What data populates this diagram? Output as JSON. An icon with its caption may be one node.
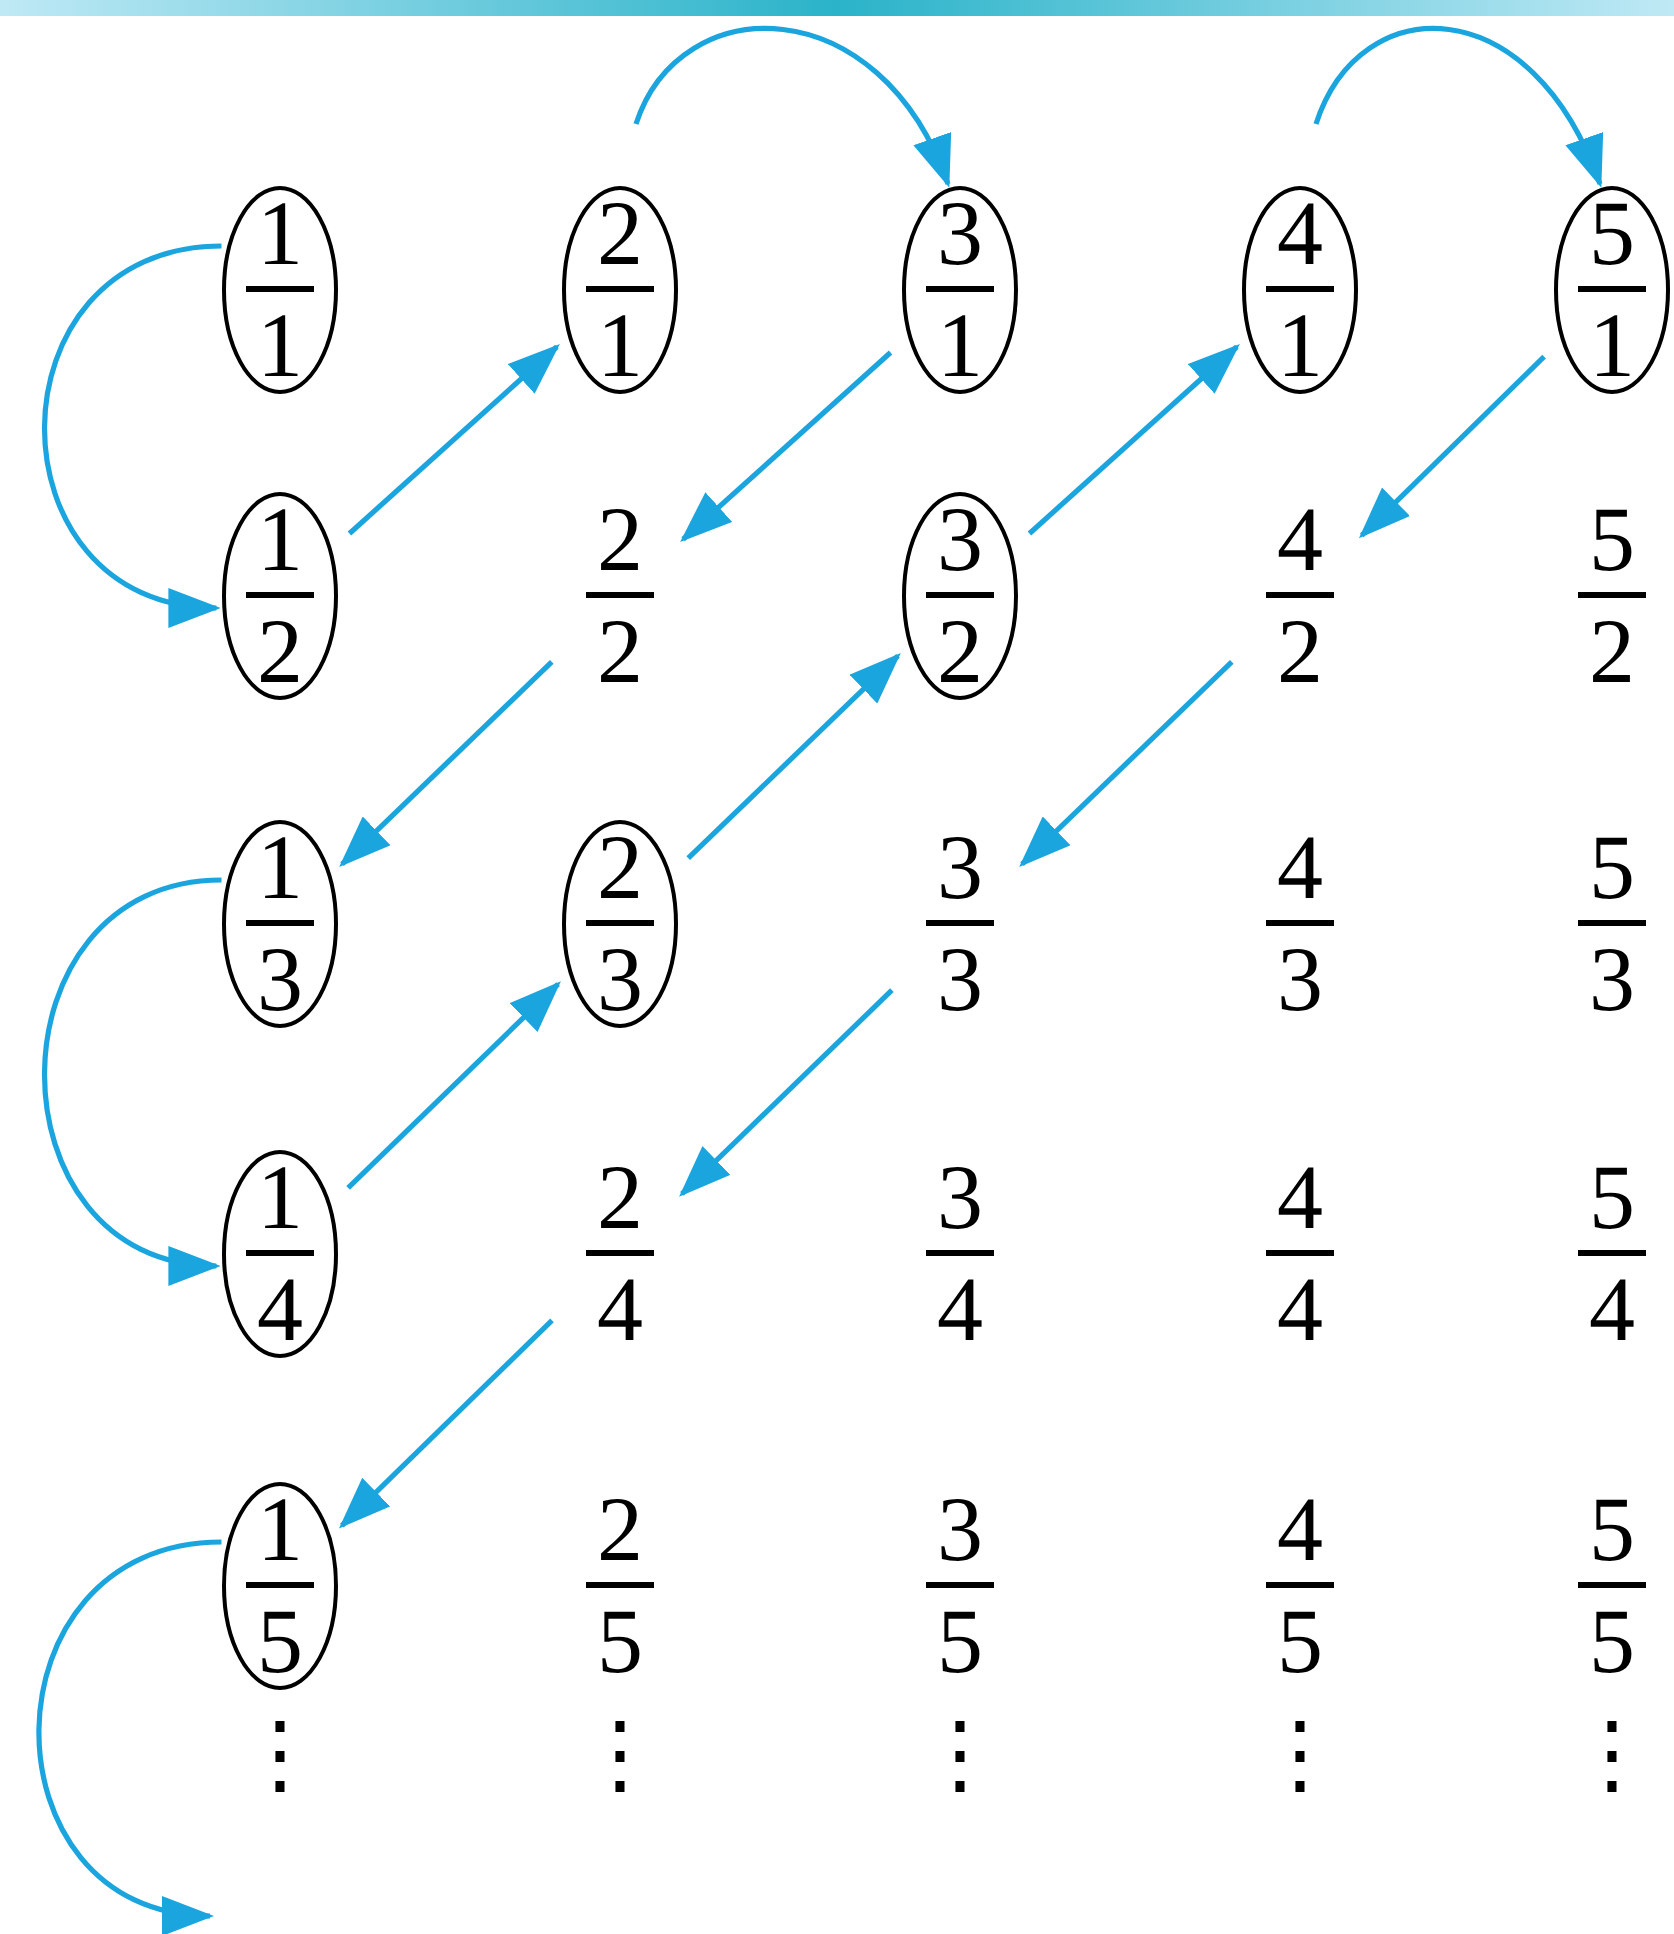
{
  "diagram": {
    "nodes": [
      {
        "text": [
          "1",
          "1"
        ]
      },
      {
        "text": [
          "2",
          "1"
        ]
      },
      {
        "text": [
          "3",
          "1"
        ]
      },
      {
        "text": [
          "4",
          "1"
        ]
      },
      {
        "text": [
          "5",
          "1"
        ]
      },
      {
        "text": [
          "1",
          "2"
        ]
      },
      {
        "text": [
          "2",
          "2"
        ]
      },
      {
        "text": [
          "3",
          "2"
        ]
      },
      {
        "text": [
          "4",
          "2"
        ]
      },
      {
        "text": [
          "5",
          "2"
        ]
      },
      {
        "text": [
          "1",
          "3"
        ]
      },
      {
        "text": [
          "2",
          "3"
        ]
      },
      {
        "text": [
          "3",
          "3"
        ]
      },
      {
        "text": [
          "4",
          "3"
        ]
      },
      {
        "text": [
          "5",
          "3"
        ]
      },
      {
        "text": [
          "1",
          "4"
        ]
      },
      {
        "text": [
          "2",
          "4"
        ]
      },
      {
        "text": [
          "3",
          "4"
        ]
      },
      {
        "text": [
          "4",
          "4"
        ]
      },
      {
        "text": [
          "5",
          "4"
        ]
      },
      {
        "text": [
          "1",
          "5"
        ]
      },
      {
        "text": [
          "2",
          "5"
        ]
      },
      {
        "text": [
          "3",
          "5"
        ]
      },
      {
        "text": [
          "4",
          "5"
        ]
      },
      {
        "text": [
          "5",
          "5"
        ]
      }
    ],
    "edges": [
      {
        "from": 0,
        "to": 5,
        "arrow": "to"
      },
      {
        "from": 5,
        "to": 1,
        "arrow": "to"
      },
      {
        "from": 1,
        "to": 2,
        "arrow": "to"
      },
      {
        "from": 2,
        "to": 6,
        "arrow": "to"
      },
      {
        "from": 6,
        "to": 10,
        "arrow": "to"
      },
      {
        "from": 10,
        "to": 15,
        "arrow": "to"
      },
      {
        "from": 15,
        "to": 11,
        "arrow": "to"
      },
      {
        "from": 11,
        "to": 7,
        "arrow": "to"
      },
      {
        "from": 7,
        "to": 3,
        "arrow": "to"
      },
      {
        "from": 3,
        "to": 4,
        "arrow": "to"
      },
      {
        "from": 4,
        "to": 8,
        "arrow": "to"
      },
      {
        "from": 8,
        "to": 12,
        "arrow": "to"
      },
      {
        "from": 12,
        "to": 16,
        "arrow": "to"
      },
      {
        "from": 16,
        "to": 20,
        "arrow": "to"
      },
      {
        "from": 20,
        "to": null,
        "arrow": "to"
      }
    ],
    "labels": [
      "⋮",
      "⋮",
      "⋮",
      "⋮",
      "⋮"
    ]
  }
}
